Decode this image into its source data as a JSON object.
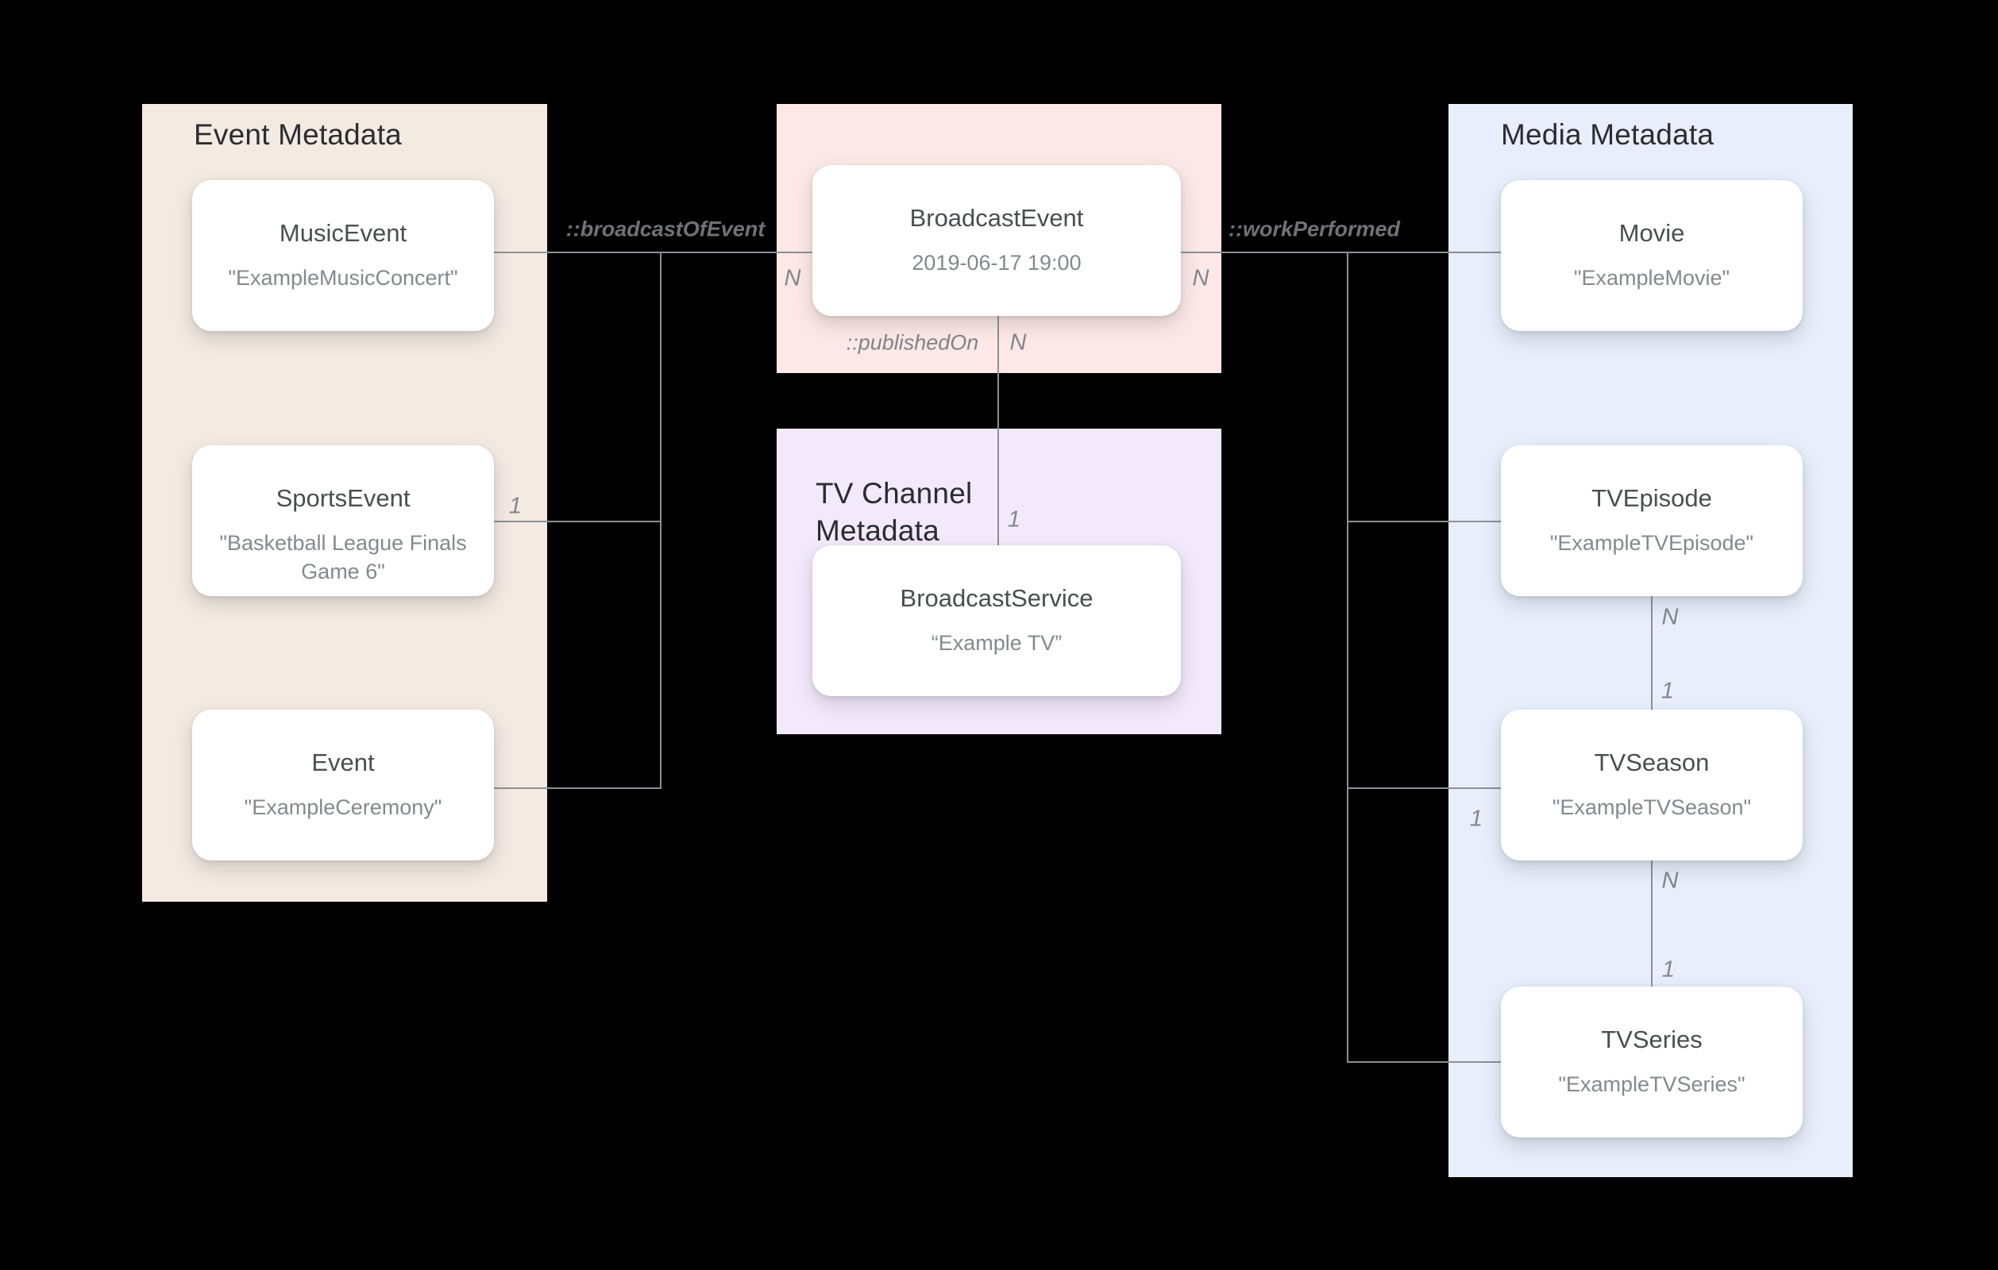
{
  "colors": {
    "line": "#8b9095",
    "event_panel": "#f3eae2",
    "broadcast_panel": "#fce8e6",
    "tvchannel_panel": "#f3e9fc",
    "media_panel": "#e8eefc",
    "page_bg": "#000000"
  },
  "panels": {
    "event": {
      "title": "Event Metadata"
    },
    "tvchannel": {
      "title": "TV Channel\nMetadata"
    },
    "media": {
      "title": "Media Metadata"
    }
  },
  "nodes": {
    "musicEvent": {
      "title": "MusicEvent",
      "subtitle": "\"ExampleMusicConcert\""
    },
    "sportsEvent": {
      "title": "SportsEvent",
      "subtitle": "\"Basketball League Finals Game 6\""
    },
    "event": {
      "title": "Event",
      "subtitle": "\"ExampleCeremony\""
    },
    "broadcastEvent": {
      "title": "BroadcastEvent",
      "subtitle": "2019-06-17 19:00"
    },
    "broadcastService": {
      "title": "BroadcastService",
      "subtitle": "“Example TV”"
    },
    "movie": {
      "title": "Movie",
      "subtitle": "\"ExampleMovie\""
    },
    "tvEpisode": {
      "title": "TVEpisode",
      "subtitle": "\"ExampleTVEpisode\""
    },
    "tvSeason": {
      "title": "TVSeason",
      "subtitle": "\"ExampleTVSeason\""
    },
    "tvSeries": {
      "title": "TVSeries",
      "subtitle": "\"ExampleTVSeries\""
    }
  },
  "edge_labels": {
    "broadcastOfEvent": "::broadcastOfEvent",
    "workPerformed": "::workPerformed",
    "publishedOn": "::publishedOn"
  },
  "cardinalities": {
    "broadcastOfEvent_n": "N",
    "workPerformed_n": "N",
    "sportsEvent_one": "1",
    "publishedOn_n": "N",
    "publishedOn_one": "1",
    "tvSeason_one": "1",
    "episodeSeason_n": "N",
    "episodeSeason_one": "1",
    "seasonSeries_n": "N",
    "seasonSeries_one": "1"
  }
}
